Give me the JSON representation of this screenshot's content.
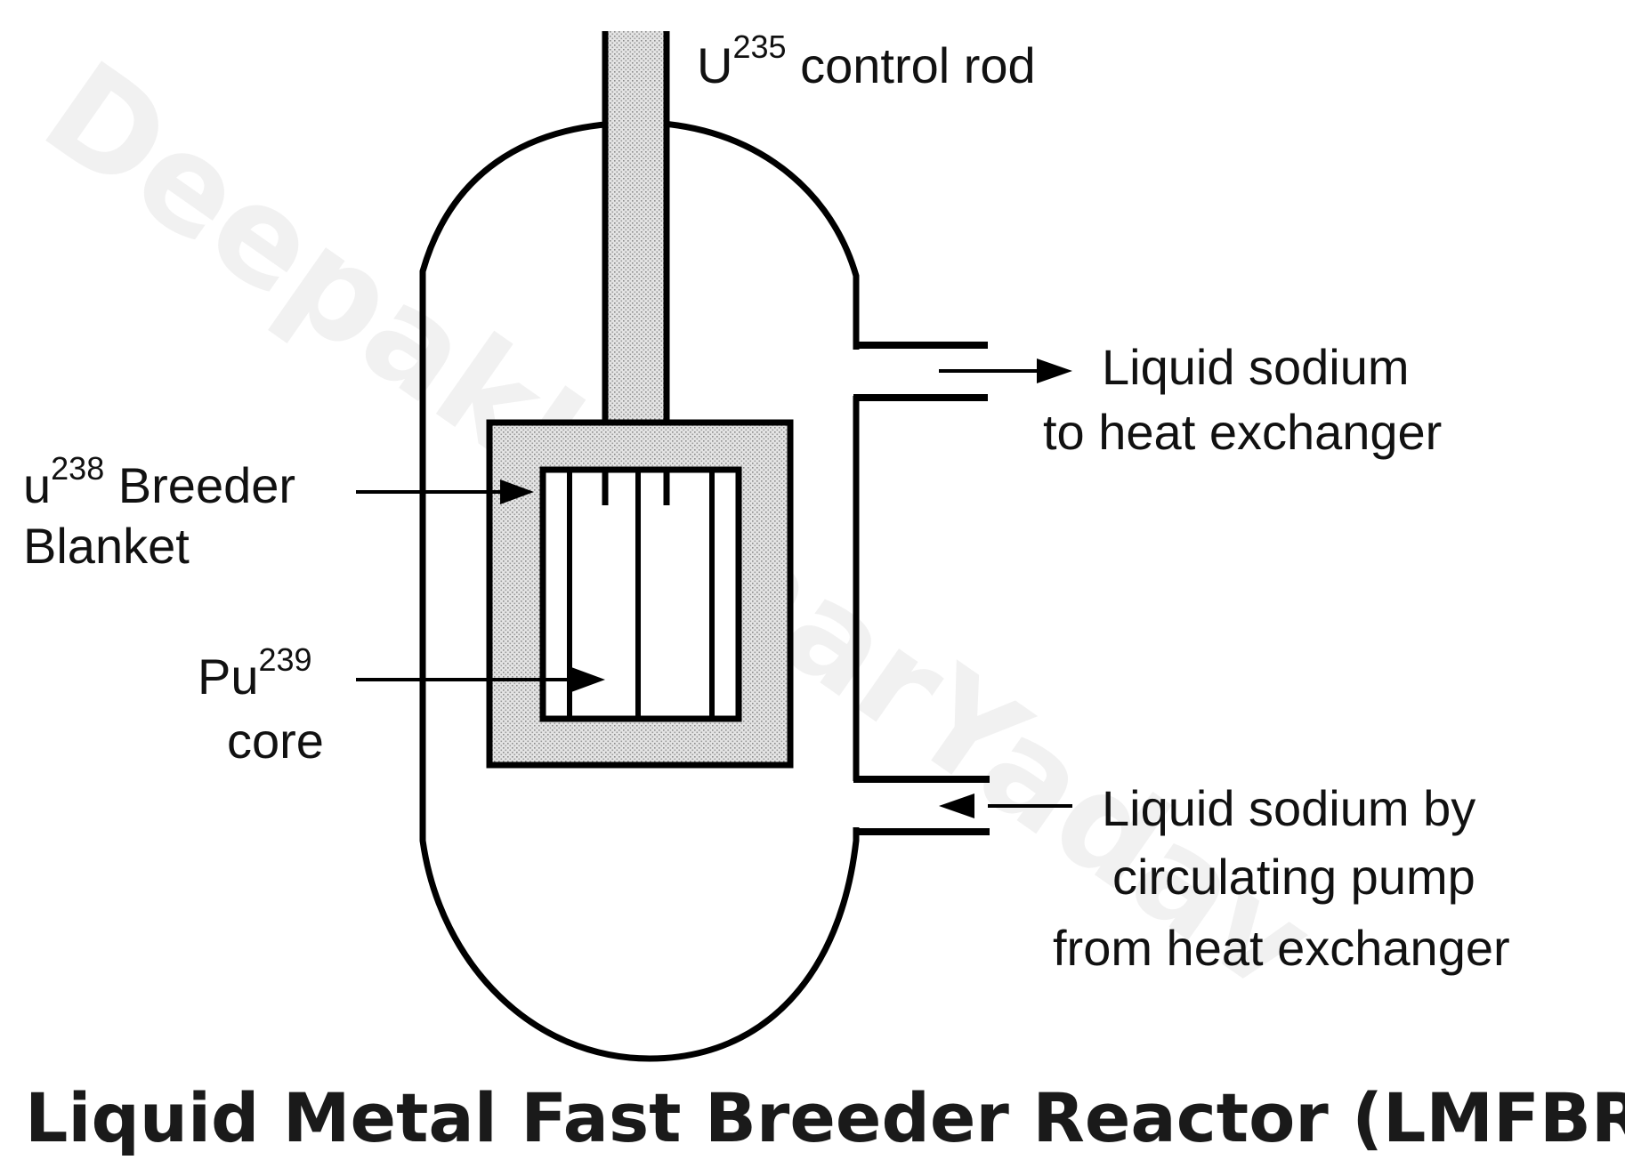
{
  "watermark": "DeepakKumarYadav",
  "control_rod": {
    "prefix": "U",
    "superscript": "235",
    "suffix": " control rod"
  },
  "breeder_blanket": {
    "prefix": "u",
    "superscript": "238",
    "suffix": " Breeder",
    "line2": "Blanket"
  },
  "core": {
    "prefix": "Pu",
    "superscript": "239",
    "line2": "core"
  },
  "outlet": {
    "line1": "Liquid sodium",
    "line2": "to heat exchanger"
  },
  "inlet": {
    "line1": "Liquid sodium by",
    "line2": "circulating pump",
    "line3": "from heat exchanger"
  },
  "title": "Liquid Metal Fast Breeder Reactor (LMFBR)"
}
